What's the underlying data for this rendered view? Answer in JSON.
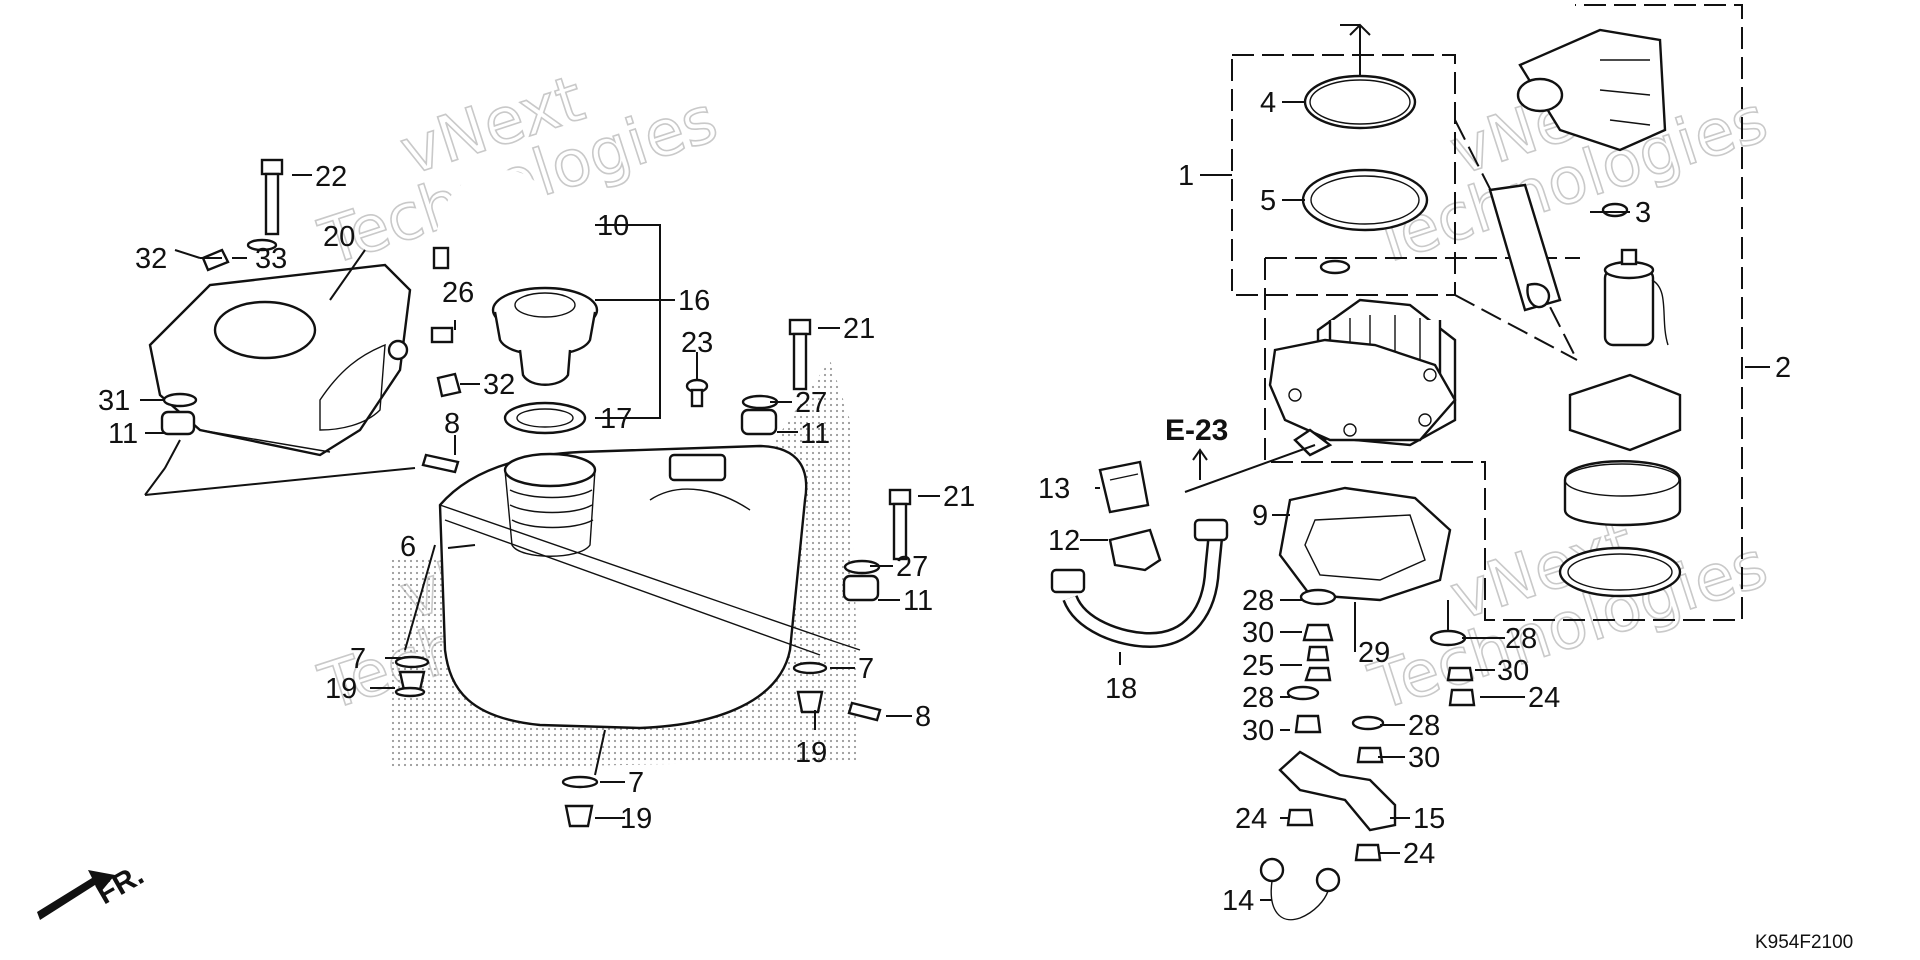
{
  "watermark": {
    "line1": "vNext",
    "line2": "Technologies"
  },
  "direction_label": "FR.",
  "reference_label": "E-23",
  "diagram_code": "K954F2100",
  "callouts": {
    "c1": "1",
    "c2": "2",
    "c3": "3",
    "c4": "4",
    "c5": "5",
    "c6": "6",
    "c7a": "7",
    "c7b": "7",
    "c7c": "7",
    "c8a": "8",
    "c8b": "8",
    "c9": "9",
    "c10": "10",
    "c11a": "11",
    "c11b": "11",
    "c11c": "11",
    "c12": "12",
    "c13": "13",
    "c14": "14",
    "c15": "15",
    "c16": "16",
    "c17": "17",
    "c18": "18",
    "c19a": "19",
    "c19b": "19",
    "c19c": "19",
    "c20": "20",
    "c21a": "21",
    "c21b": "21",
    "c22": "22",
    "c23": "23",
    "c24a": "24",
    "c24b": "24",
    "c24c": "24",
    "c25": "25",
    "c26": "26",
    "c27a": "27",
    "c27b": "27",
    "c28a": "28",
    "c28b": "28",
    "c28c": "28",
    "c28d": "28",
    "c29": "29",
    "c30a": "30",
    "c30b": "30",
    "c30c": "30",
    "c30d": "30",
    "c31": "31",
    "c32a": "32",
    "c32b": "32",
    "c33": "33"
  }
}
